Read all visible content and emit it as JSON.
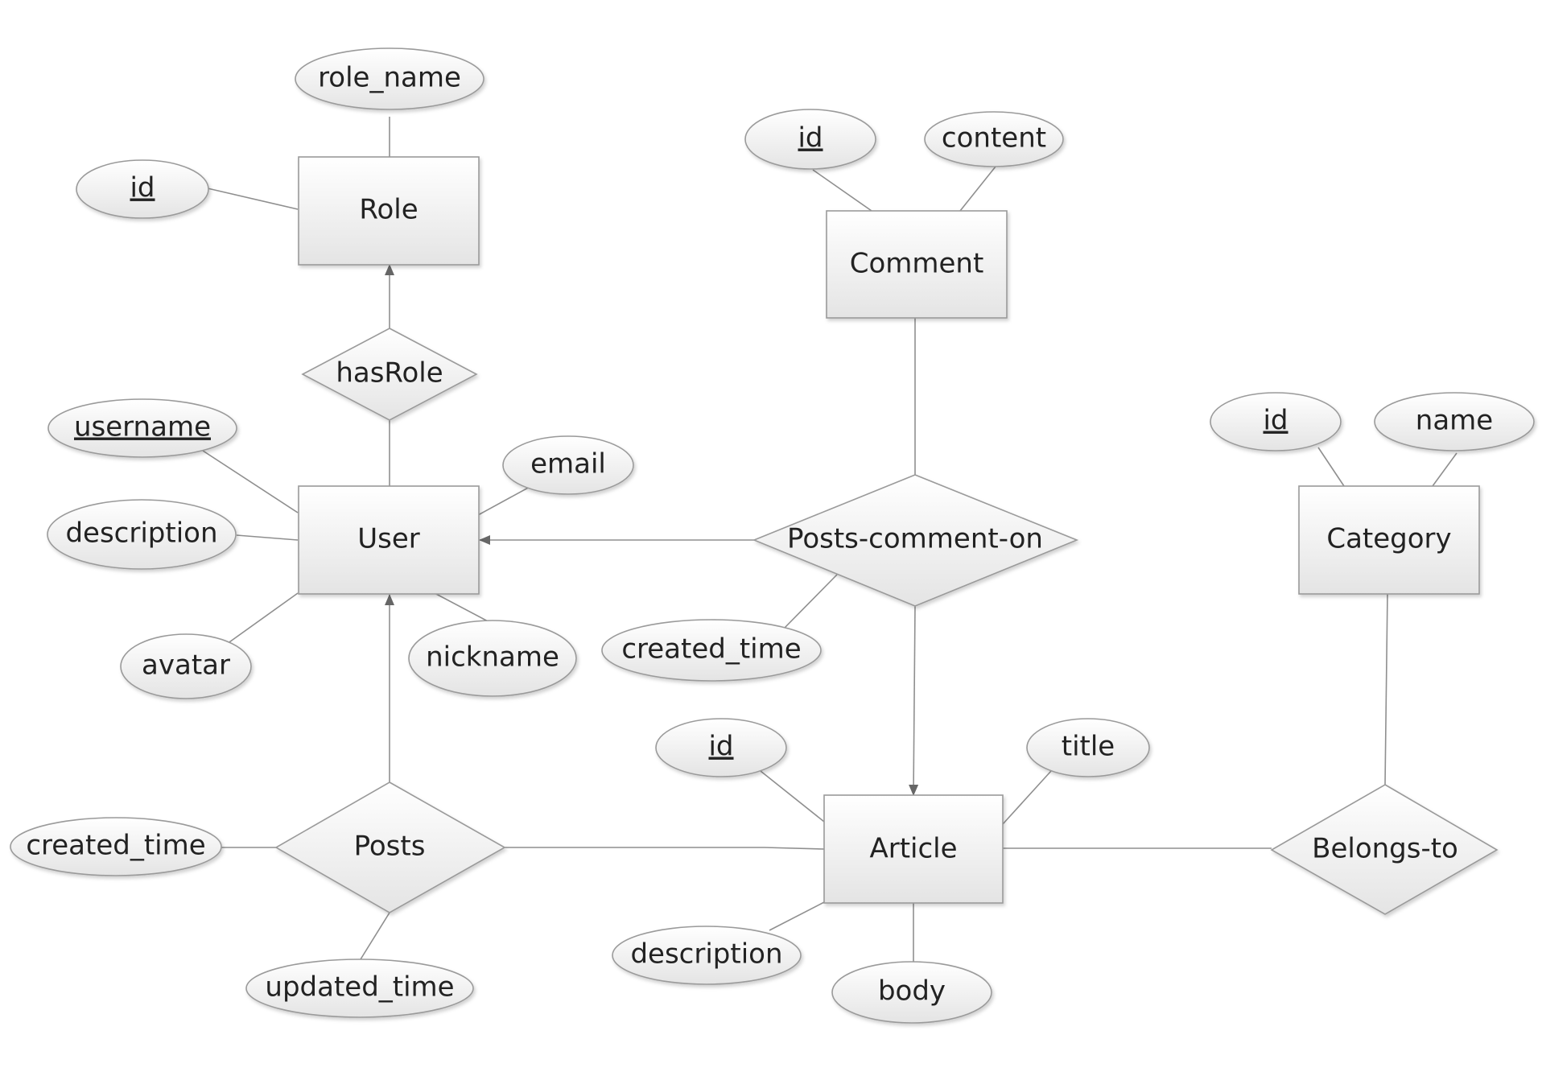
{
  "entities": {
    "role": "Role",
    "user": "User",
    "comment": "Comment",
    "category": "Category",
    "article": "Article"
  },
  "relationships": {
    "has_role": "hasRole",
    "posts_comment_on": "Posts-comment-on",
    "posts": "Posts",
    "belongs_to": "Belongs-to"
  },
  "attributes": {
    "role_name": "role_name",
    "role_id": "id",
    "username": "username",
    "description_user": "description",
    "avatar": "avatar",
    "email": "email",
    "nickname": "nickname",
    "comment_id": "id",
    "content": "content",
    "pco_created_time": "created_time",
    "category_id": "id",
    "name": "name",
    "article_id": "id",
    "title": "title",
    "description_article": "description",
    "body": "body",
    "posts_created_time": "created_time",
    "updated_time": "updated_time"
  },
  "colors": {
    "shape_fill_top": "#ffffff",
    "shape_fill_bottom": "#e6e6e6",
    "stroke": "#9a9a9a",
    "edge": "#8f8f8f",
    "arrow": "#666666",
    "text": "#222222"
  }
}
